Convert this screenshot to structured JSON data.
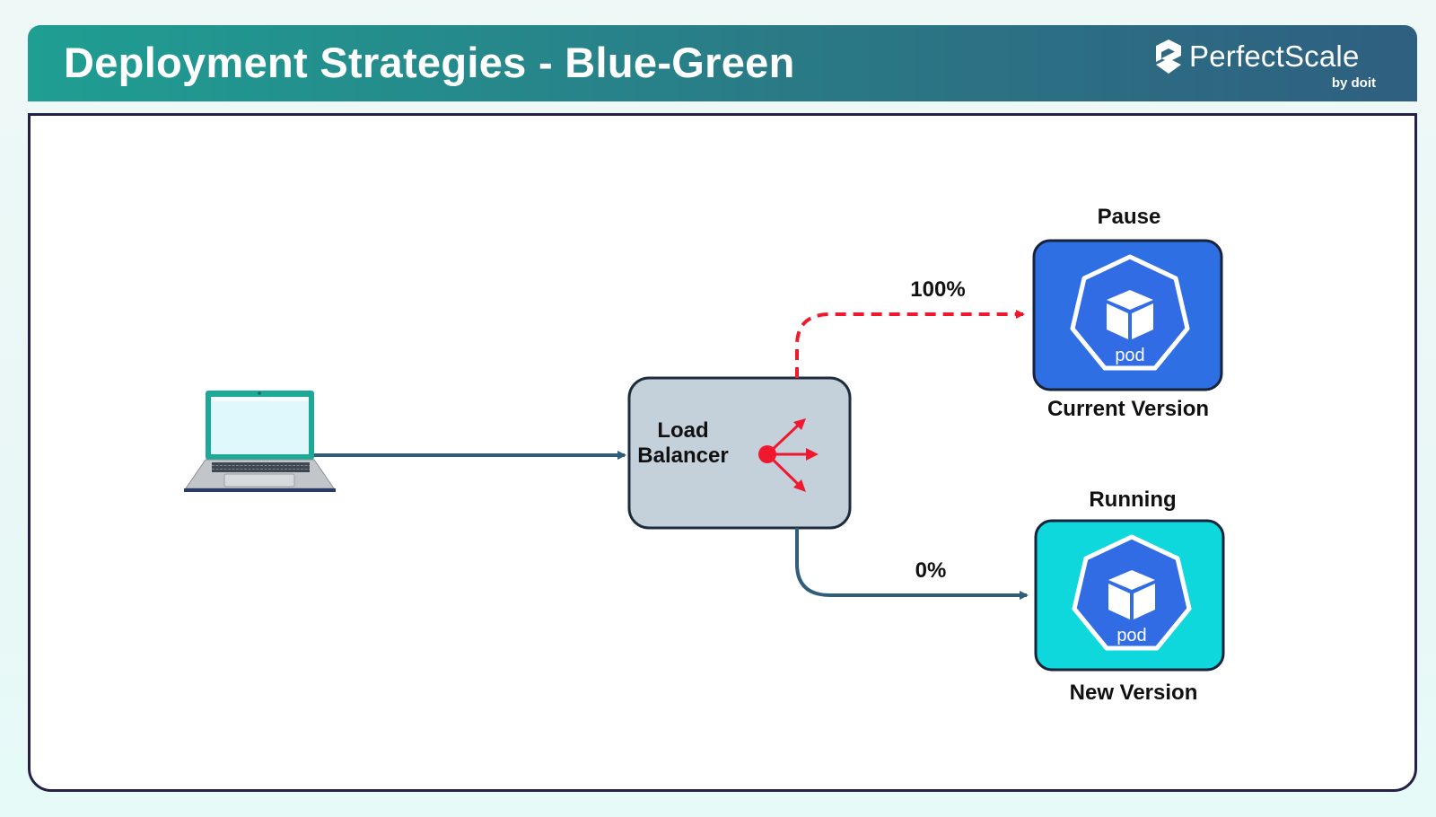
{
  "header": {
    "title": "Deployment Strategies - Blue-Green",
    "brand_name": "PerfectScale",
    "brand_byline": "by doit"
  },
  "diagram": {
    "client": {
      "icon": "laptop-icon"
    },
    "load_balancer": {
      "label_line1": "Load",
      "label_line2": "Balancer",
      "icon": "distribution-arrows-icon"
    },
    "routes": [
      {
        "to": "current",
        "percent": "100%",
        "style": "dashed",
        "color": "#f0182e"
      },
      {
        "to": "new",
        "percent": "0%",
        "style": "solid",
        "color": "#2f5d7a"
      }
    ],
    "current": {
      "status": "Pause",
      "version": "Current Version",
      "pod_label": "pod",
      "fill": "#2f6fe4"
    },
    "new": {
      "status": "Running",
      "version": "New Version",
      "pod_label": "pod",
      "fill": "#0fd8dc"
    }
  },
  "colors": {
    "header_start": "#1f9e92",
    "header_end": "#2f5f80",
    "frame_border": "#242047",
    "arrow": "#2f5d7a",
    "dashed_arrow": "#f0182e",
    "load_balancer_fill": "#c4d0da",
    "pod_badge": "#326ce5"
  }
}
